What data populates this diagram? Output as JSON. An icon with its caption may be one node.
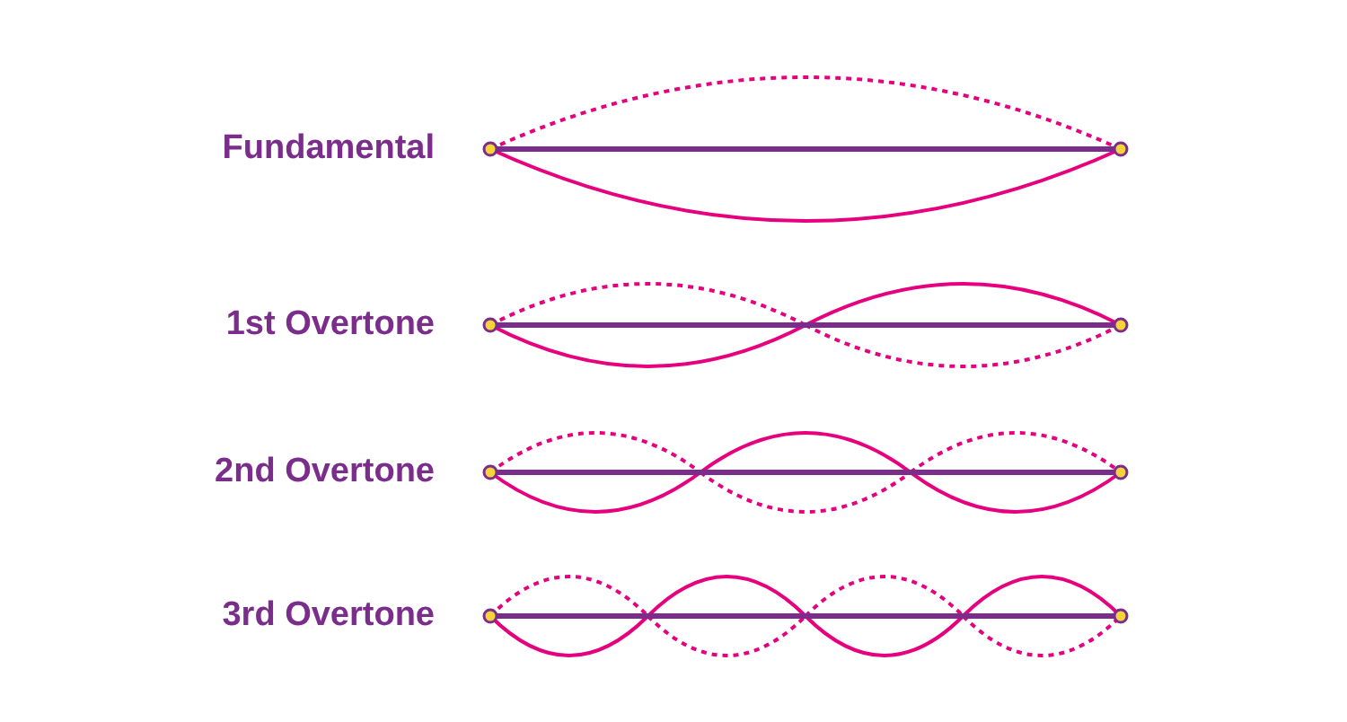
{
  "diagram": {
    "labels": [
      "Fundamental",
      "1st Overtone",
      "2nd Overtone",
      "3rd Overtone"
    ]
  }
}
